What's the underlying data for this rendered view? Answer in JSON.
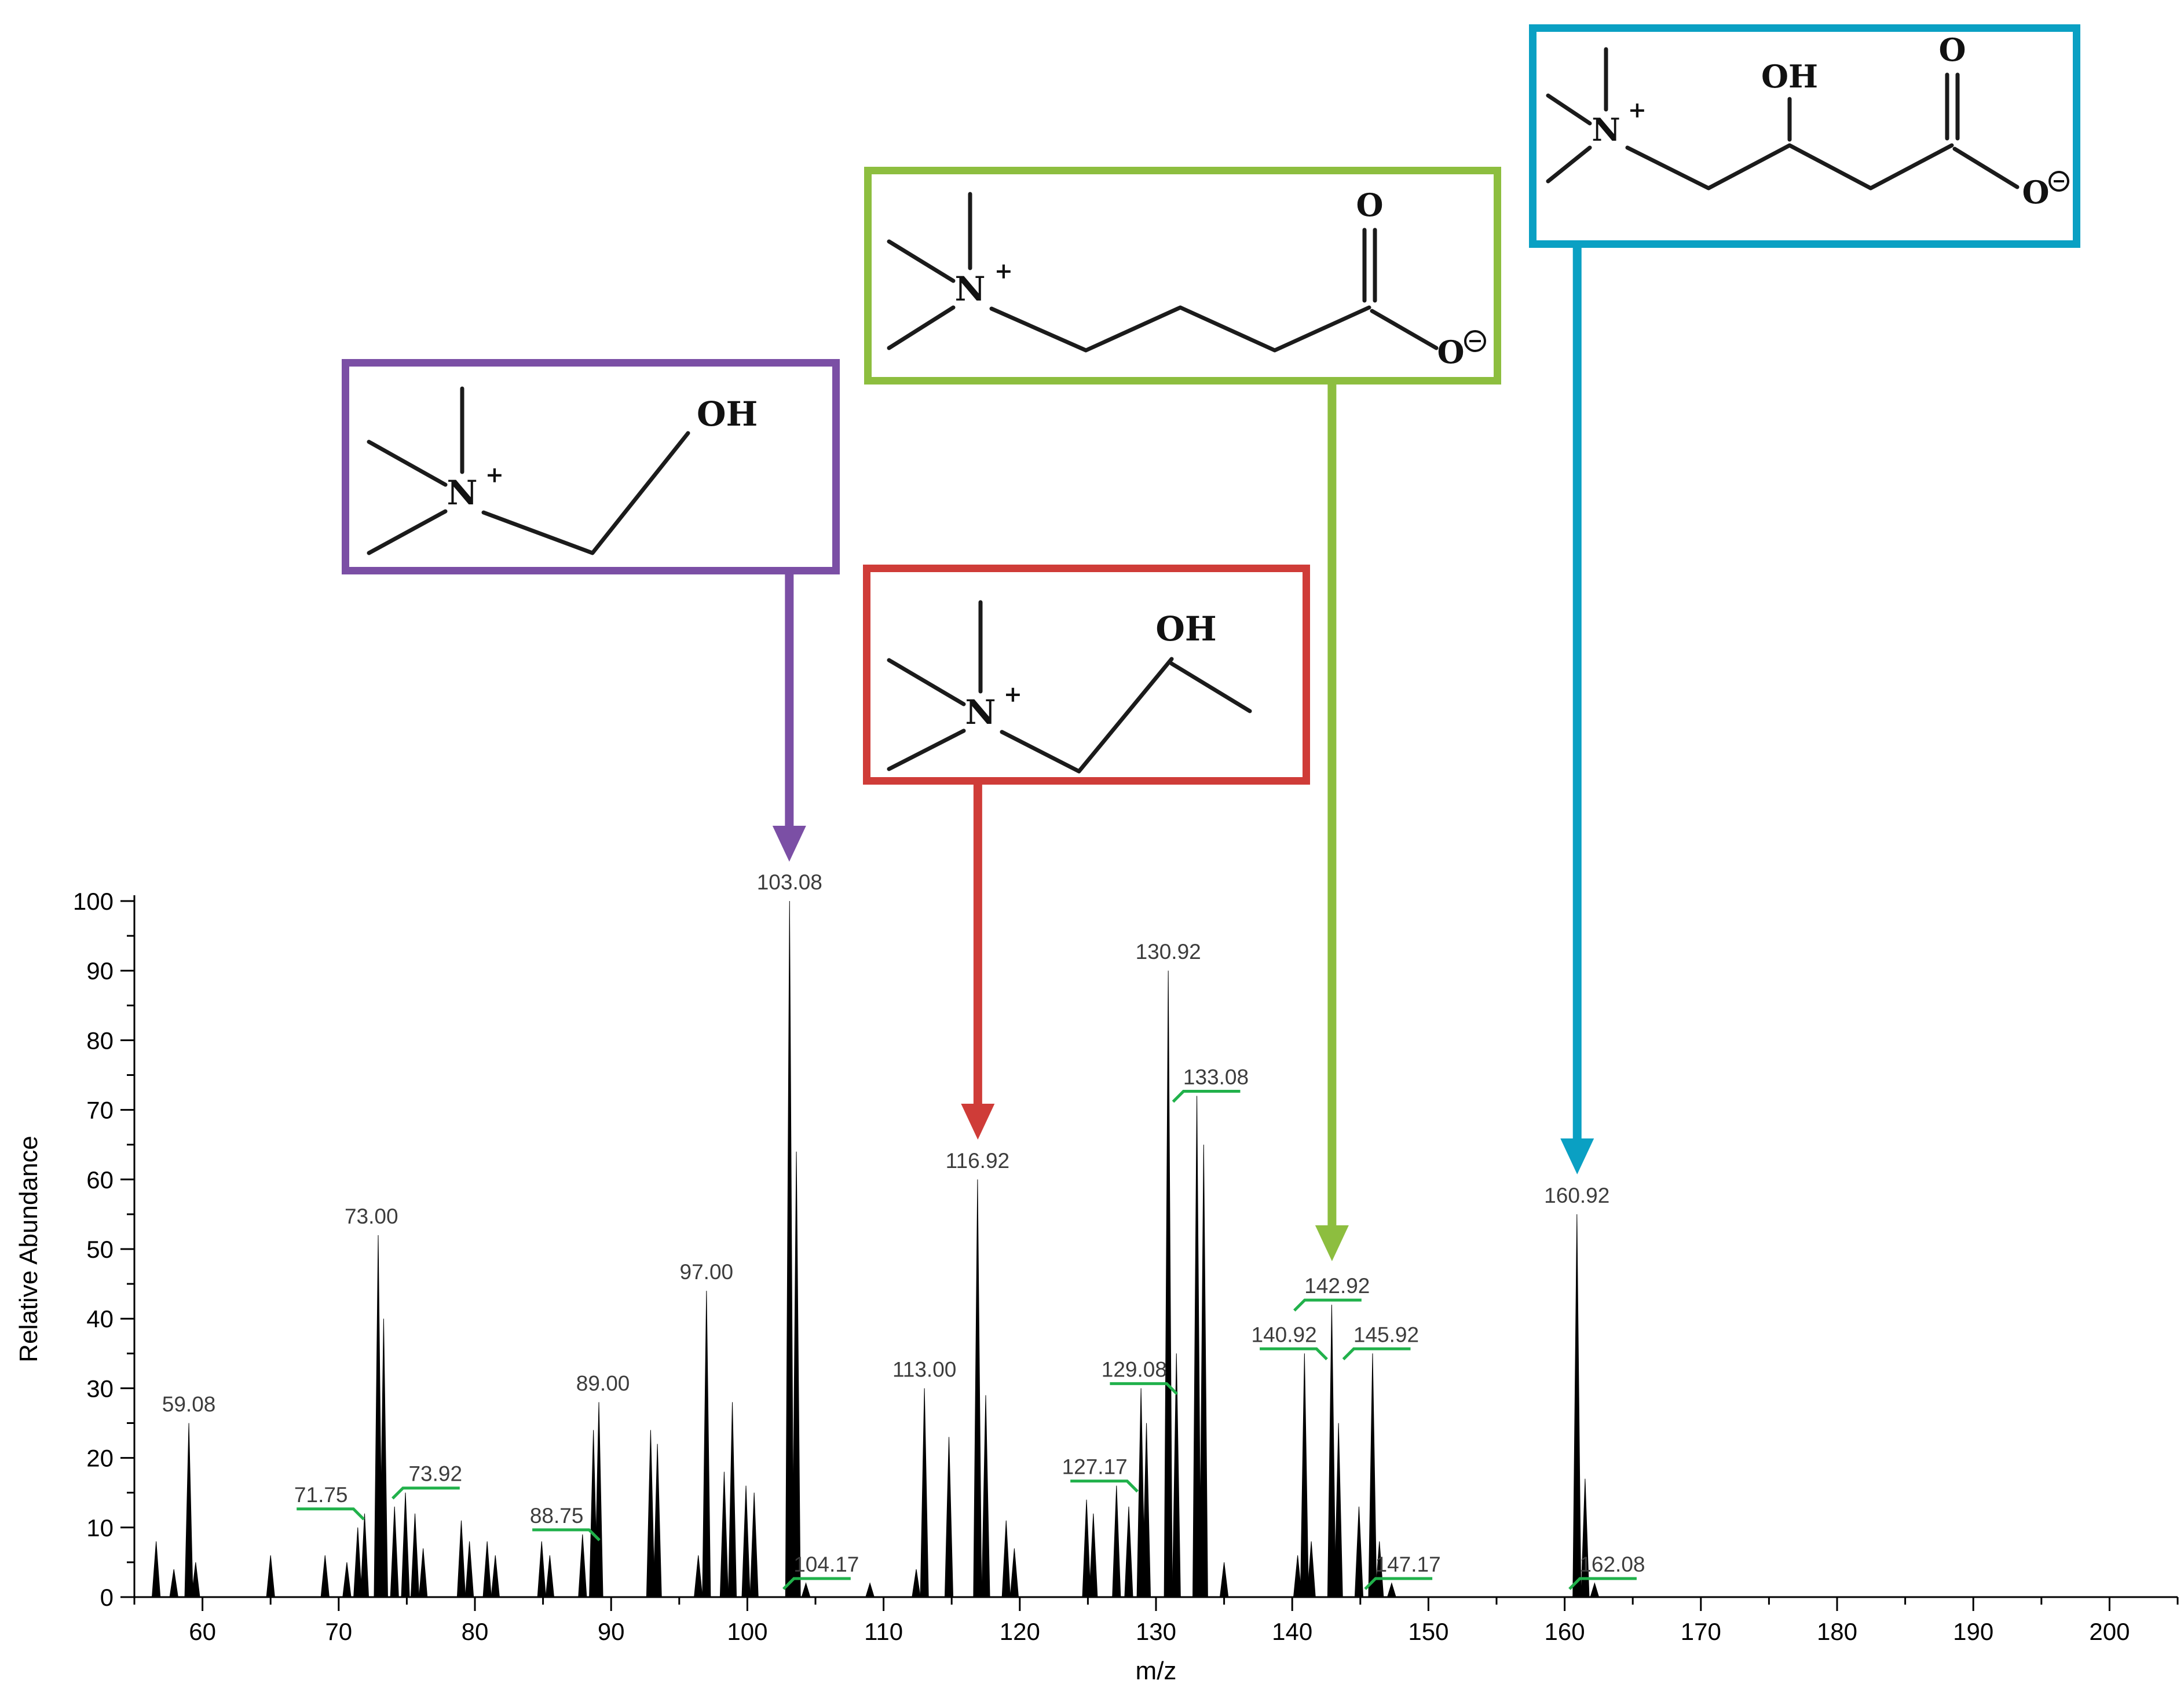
{
  "chart_data": {
    "type": "bar",
    "title": "",
    "xlabel": "m/z",
    "ylabel": "Relative Abundance",
    "xlim": [
      55,
      205
    ],
    "ylim": [
      0,
      100
    ],
    "grid": false,
    "x_ticks": [
      60,
      70,
      80,
      90,
      100,
      110,
      120,
      130,
      140,
      150,
      160,
      170,
      180,
      190,
      200
    ],
    "y_ticks": [
      0,
      10,
      20,
      30,
      40,
      50,
      60,
      70,
      80,
      90,
      100
    ],
    "peaks": [
      {
        "mz": 56.6,
        "i": 8
      },
      {
        "mz": 57.9,
        "i": 4
      },
      {
        "mz": 59.0,
        "i": 25,
        "label": "59.08"
      },
      {
        "mz": 59.5,
        "i": 5
      },
      {
        "mz": 65.0,
        "i": 6
      },
      {
        "mz": 69.0,
        "i": 6
      },
      {
        "mz": 70.6,
        "i": 5
      },
      {
        "mz": 71.4,
        "i": 10
      },
      {
        "mz": 71.9,
        "i": 12,
        "label": "71.75",
        "label_dx": -3.2,
        "green_tick": true
      },
      {
        "mz": 72.9,
        "i": 52,
        "label": "73.00",
        "label_dx": -0.5
      },
      {
        "mz": 73.3,
        "i": 40
      },
      {
        "mz": 74.1,
        "i": 13
      },
      {
        "mz": 74.9,
        "i": 15,
        "label": "73.92",
        "label_dx": 2.2,
        "green_tick": true
      },
      {
        "mz": 75.6,
        "i": 12
      },
      {
        "mz": 76.2,
        "i": 7
      },
      {
        "mz": 79.0,
        "i": 11
      },
      {
        "mz": 79.6,
        "i": 8
      },
      {
        "mz": 80.9,
        "i": 8
      },
      {
        "mz": 81.5,
        "i": 6
      },
      {
        "mz": 84.9,
        "i": 8
      },
      {
        "mz": 85.5,
        "i": 6
      },
      {
        "mz": 87.9,
        "i": 9,
        "label": "88.75",
        "label_dx": -1.9,
        "green_tick": true
      },
      {
        "mz": 88.7,
        "i": 24
      },
      {
        "mz": 89.1,
        "i": 28,
        "label": "89.00",
        "label_dx": 0.3
      },
      {
        "mz": 92.9,
        "i": 24
      },
      {
        "mz": 93.4,
        "i": 22
      },
      {
        "mz": 96.4,
        "i": 6
      },
      {
        "mz": 97.0,
        "i": 44,
        "label": "97.00"
      },
      {
        "mz": 98.3,
        "i": 18
      },
      {
        "mz": 98.9,
        "i": 28
      },
      {
        "mz": 99.9,
        "i": 16
      },
      {
        "mz": 100.5,
        "i": 15
      },
      {
        "mz": 103.1,
        "i": 100,
        "label": "103.08"
      },
      {
        "mz": 103.6,
        "i": 64
      },
      {
        "mz": 104.3,
        "i": 2,
        "label": "104.17",
        "label_dx": 1.5,
        "green_tick": true
      },
      {
        "mz": 109.0,
        "i": 2
      },
      {
        "mz": 112.4,
        "i": 4
      },
      {
        "mz": 113.0,
        "i": 30,
        "label": "113.00"
      },
      {
        "mz": 114.8,
        "i": 23
      },
      {
        "mz": 116.9,
        "i": 60,
        "label": "116.92"
      },
      {
        "mz": 117.5,
        "i": 29
      },
      {
        "mz": 119.0,
        "i": 11
      },
      {
        "mz": 119.6,
        "i": 7
      },
      {
        "mz": 124.9,
        "i": 14
      },
      {
        "mz": 125.4,
        "i": 12
      },
      {
        "mz": 127.1,
        "i": 16,
        "label": "127.17",
        "label_dx": -1.6,
        "green_tick": true
      },
      {
        "mz": 128.0,
        "i": 13
      },
      {
        "mz": 128.9,
        "i": 30,
        "label": "129.08",
        "label_dx": -0.5,
        "green_tick": true
      },
      {
        "mz": 129.3,
        "i": 25
      },
      {
        "mz": 130.9,
        "i": 90,
        "label": "130.92"
      },
      {
        "mz": 131.5,
        "i": 35
      },
      {
        "mz": 133.0,
        "i": 72,
        "label": "133.08",
        "label_dx": 1.4,
        "green_tick": true
      },
      {
        "mz": 133.5,
        "i": 65
      },
      {
        "mz": 135.0,
        "i": 5
      },
      {
        "mz": 140.4,
        "i": 6
      },
      {
        "mz": 140.9,
        "i": 35,
        "label": "140.92",
        "label_dx": -1.5,
        "green_tick": true
      },
      {
        "mz": 141.4,
        "i": 8
      },
      {
        "mz": 142.9,
        "i": 42,
        "label": "142.92",
        "label_dx": 0.4,
        "green_tick": true
      },
      {
        "mz": 143.4,
        "i": 25
      },
      {
        "mz": 144.9,
        "i": 13
      },
      {
        "mz": 145.9,
        "i": 35,
        "label": "145.92",
        "label_dx": 1.0,
        "green_tick": true
      },
      {
        "mz": 146.4,
        "i": 8
      },
      {
        "mz": 147.3,
        "i": 2,
        "label": "147.17",
        "label_dx": 1.2,
        "green_tick": true
      },
      {
        "mz": 160.9,
        "i": 55,
        "label": "160.92"
      },
      {
        "mz": 161.5,
        "i": 17
      },
      {
        "mz": 162.2,
        "i": 2,
        "label": "162.08",
        "label_dx": 1.3,
        "green_tick": true
      }
    ]
  },
  "structures": [
    {
      "id": "choline-fragment",
      "color": "#7b4fa5",
      "target_mz": 103.08,
      "atoms": {
        "n": "N",
        "plus": "+",
        "oh": "OH"
      }
    },
    {
      "id": "hydroxypropyl-ammonium-fragment",
      "color": "#cf3c38",
      "target_mz": 116.92,
      "atoms": {
        "n": "N",
        "plus": "+",
        "oh": "OH"
      }
    },
    {
      "id": "butyrobetaine-fragment",
      "color": "#8dbe3f",
      "target_mz": 142.92,
      "atoms": {
        "n": "N",
        "plus": "+",
        "o_carbonyl": "O",
        "o_minus": "O"
      }
    },
    {
      "id": "carnitine",
      "color": "#0aa0c3",
      "target_mz": 160.92,
      "atoms": {
        "n": "N",
        "plus": "+",
        "oh": "OH",
        "o_carbonyl": "O",
        "o_minus": "O"
      }
    }
  ]
}
